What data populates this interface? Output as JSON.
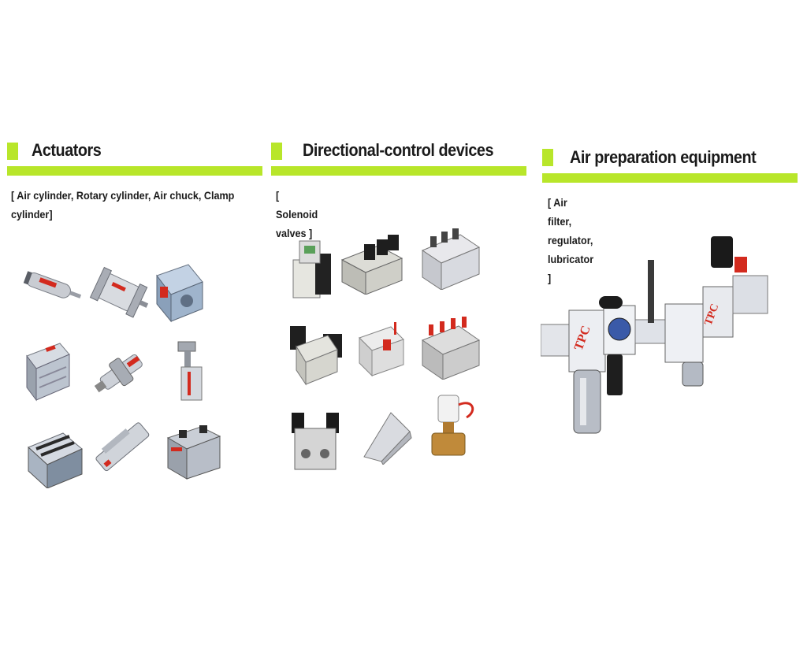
{
  "sections": [
    {
      "title": "Actuators",
      "subtitle": "[ Air cylinder, Rotary cylinder, Air chuck, Clamp cylinder]",
      "products": [
        "round-air-cylinder-icon",
        "tie-rod-cylinder-icon",
        "compact-cylinder-icon",
        "guided-cylinder-icon",
        "rotary-cylinder-icon",
        "clamp-cylinder-icon",
        "twin-rod-cylinder-icon",
        "slide-table-icon",
        "air-chuck-icon"
      ]
    },
    {
      "title": "Directional-control devices",
      "subtitle": "[ Solenoid valves ]",
      "products": [
        "solenoid-valve-icon",
        "valve-manifold-icon",
        "manifold-bank-icon",
        "double-solenoid-valve-icon",
        "compact-valve-icon",
        "valve-island-icon",
        "5-port-valve-icon",
        "foot-pedal-valve-icon",
        "brass-solenoid-valve-icon"
      ]
    },
    {
      "title": "Air preparation equipment",
      "subtitle": "[ Air filter, regulator, lubricator ]",
      "brand": "TPC",
      "product": "frl-unit-icon"
    }
  ],
  "colors": {
    "accent": "#b8e62a",
    "metal": "#c9ccd2",
    "dark": "#2a2a2a",
    "brand_red": "#d32a1e",
    "brass": "#c08a3a"
  }
}
